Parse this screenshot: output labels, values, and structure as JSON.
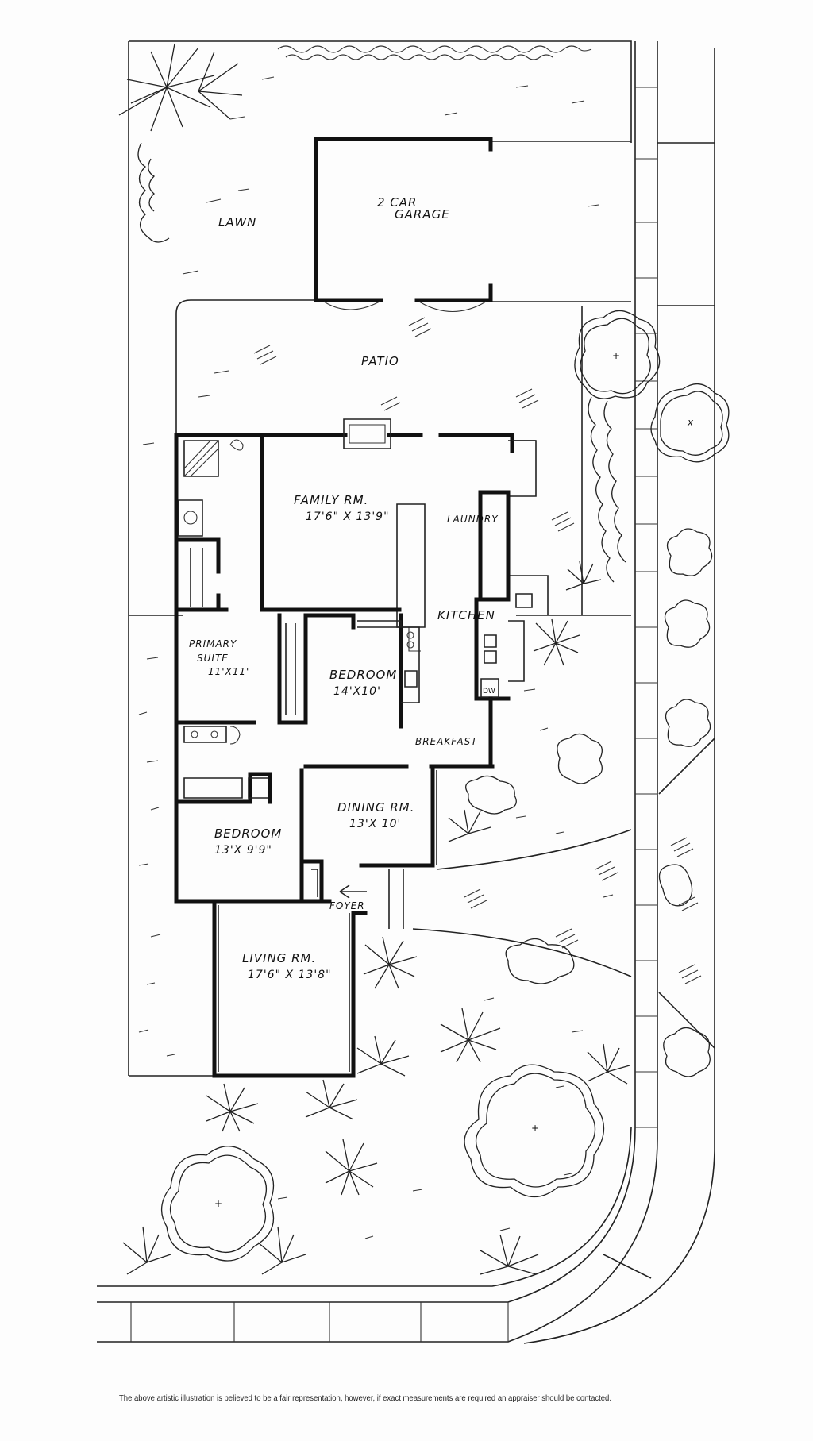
{
  "labels": {
    "garage_line1": "2 CAR",
    "garage_line2": "GARAGE",
    "lawn": "LAWN",
    "patio": "PATIO",
    "family_room": "FAMILY RM.",
    "family_room_dims": "17'6\" X 13'9\"",
    "laundry": "LAUNDRY",
    "kitchen": "KITCHEN",
    "primary_line1": "PRIMARY",
    "primary_line2": "SUITE",
    "primary_dims": "11'X11'",
    "bedroom1": "BEDROOM",
    "bedroom1_dims": "14'X10'",
    "breakfast": "BREAKFAST",
    "dining_room": "DINING RM.",
    "dining_dims": "13'X 10'",
    "bedroom2": "BEDROOM",
    "bedroom2_dims": "13'X 9'9\"",
    "foyer": "FOYER",
    "living_room": "LIVING RM.",
    "living_dims": "17'6\" X 13'8\"",
    "dishwasher": "DW"
  },
  "disclaimer": "The above artistic illustration is believed to be a fair representation, however, if exact measurements are required an appraiser should be contacted."
}
